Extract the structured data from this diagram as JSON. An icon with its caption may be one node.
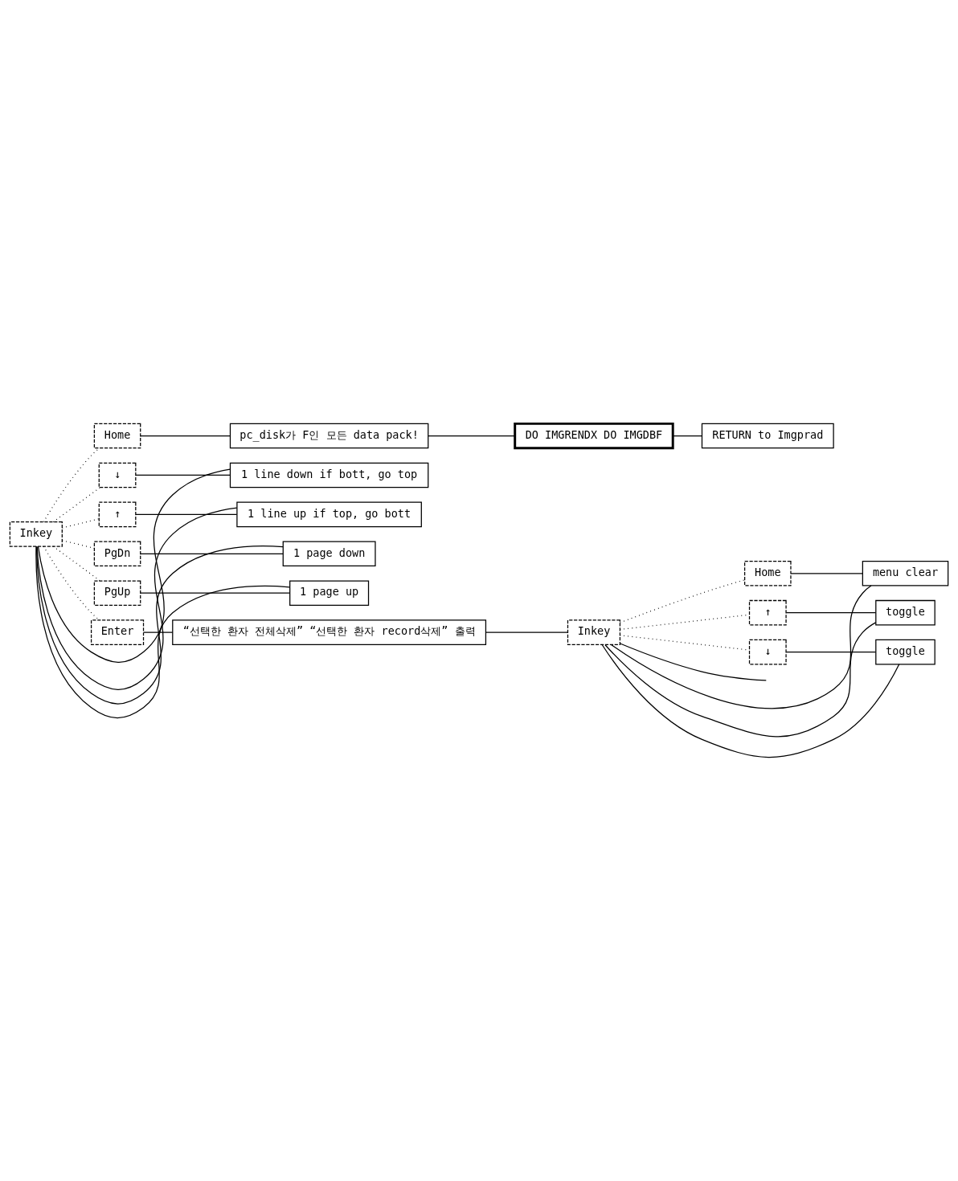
{
  "diagram": {
    "nodes": [
      {
        "text": [
          "Inkey"
        ]
      },
      {
        "text": [
          "Home"
        ]
      },
      {
        "text": [
          "pc_disk가 F인 모든 data pack!"
        ]
      },
      {
        "text": [
          "DO IMGRENDX DO IMGDBF"
        ]
      },
      {
        "text": [
          "RETURN to Imgprad"
        ]
      },
      {
        "text": [
          "↓"
        ]
      },
      {
        "text": [
          "1 line down if bott, go top"
        ]
      },
      {
        "text": [
          "↑"
        ]
      },
      {
        "text": [
          "1 line up if top, go bott"
        ]
      },
      {
        "text": [
          "PgDn"
        ]
      },
      {
        "text": [
          "1 page down"
        ]
      },
      {
        "text": [
          "PgUp"
        ]
      },
      {
        "text": [
          "1 page up"
        ]
      },
      {
        "text": [
          "Enter"
        ]
      },
      {
        "text": [
          "“선택한 환자 전체삭제” “선택한 환자 record삭제” 출력"
        ]
      },
      {
        "text": [
          "Inkey"
        ]
      },
      {
        "text": [
          "Home"
        ]
      },
      {
        "text": [
          "menu clear"
        ]
      },
      {
        "text": [
          "↑"
        ]
      },
      {
        "text": [
          "toggle"
        ]
      },
      {
        "text": [
          "↓"
        ]
      },
      {
        "text": [
          "toggle"
        ]
      }
    ],
    "edges": [
      {
        "from": 0,
        "to": 1,
        "arrow": "none",
        "style": "dashed"
      },
      {
        "from": 1,
        "to": 2,
        "arrow": "none"
      },
      {
        "from": 2,
        "to": 3,
        "arrow": "none"
      },
      {
        "from": 3,
        "to": 4,
        "arrow": "none"
      },
      {
        "from": 0,
        "to": 5,
        "arrow": "none",
        "style": "dashed"
      },
      {
        "from": 5,
        "to": 6,
        "arrow": "none"
      },
      {
        "from": 6,
        "to": 0,
        "arrow": "none"
      },
      {
        "from": 0,
        "to": 7,
        "arrow": "none",
        "style": "dashed"
      },
      {
        "from": 7,
        "to": 8,
        "arrow": "none"
      },
      {
        "from": 8,
        "to": 0,
        "arrow": "none"
      },
      {
        "from": 0,
        "to": 9,
        "arrow": "none",
        "style": "dashed"
      },
      {
        "from": 9,
        "to": 10,
        "arrow": "none"
      },
      {
        "from": 10,
        "to": 0,
        "arrow": "none"
      },
      {
        "from": 0,
        "to": 11,
        "arrow": "none",
        "style": "dashed"
      },
      {
        "from": 11,
        "to": 12,
        "arrow": "none"
      },
      {
        "from": 12,
        "to": 0,
        "arrow": "none"
      },
      {
        "from": 0,
        "to": 13,
        "arrow": "none",
        "style": "dashed"
      },
      {
        "from": 13,
        "to": 14,
        "arrow": "none"
      },
      {
        "from": 14,
        "to": 15,
        "arrow": "none"
      },
      {
        "from": 15,
        "to": 16,
        "arrow": "none",
        "style": "dashed"
      },
      {
        "from": 16,
        "to": 17,
        "arrow": "none"
      },
      {
        "from": 17,
        "to": 15,
        "arrow": "none"
      },
      {
        "from": 15,
        "to": 18,
        "arrow": "none",
        "style": "dashed"
      },
      {
        "from": 18,
        "to": 19,
        "arrow": "none"
      },
      {
        "from": 19,
        "to": 15,
        "arrow": "none"
      },
      {
        "from": 15,
        "to": 20,
        "arrow": "none",
        "style": "dashed"
      },
      {
        "from": 20,
        "to": 21,
        "arrow": "none"
      },
      {
        "from": 21,
        "to": 15,
        "arrow": "none"
      },
      {
        "from": 15,
        "to": null,
        "arrow": "none"
      }
    ]
  }
}
